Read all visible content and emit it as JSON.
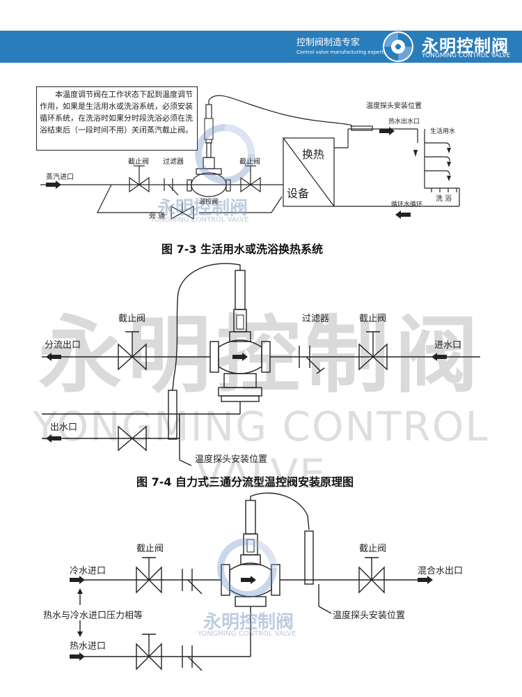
{
  "header": {
    "slogan_cn": "控制阀制造专家",
    "slogan_en": "Control valve manufacturing experts",
    "brand_cn": "永明控制阀",
    "brand_en": "YONGMING CONTROL VALVE",
    "logo_icon": "swirl-logo-icon"
  },
  "colors": {
    "header_bar": "#2a7dbb",
    "line": "#222222",
    "watermark": "#bdbdbd"
  },
  "fig1": {
    "caption": "图 7-3  生活用水或洗浴换热系统",
    "note": "本温度调节阀在工作状态下起到温度调节作用，如果是生活用水或洗浴系统，必须安装循环系统，在洗浴时如果分时段洗浴必须在洗浴结束后（一段时间不用）关闭蒸汽截止阀。",
    "sensor_position": "温度探头安装位置",
    "hot_water_outlet": "热水出水口",
    "domestic_water": "生活用水",
    "bath": "洗  浴",
    "circulation": "循环水循环",
    "steam_inlet": "蒸汽进口",
    "stop_valve_left": "截止阀",
    "filter": "过滤器",
    "stop_valve_right": "截止阀",
    "temp_valve": "温控阀",
    "bypass": "旁  通",
    "exchanger_top": "换热",
    "exchanger_bottom": "设备"
  },
  "fig2": {
    "caption": "图 7-4   自力式三通分流型温控阀安装原理图",
    "split_outlet": "分流出口",
    "stop_valve_left": "截止阀",
    "filter": "过滤器",
    "stop_valve_right": "截止阀",
    "inlet": "进水口",
    "outlet": "出水口",
    "sensor_position": "温度探头安装位置"
  },
  "fig3": {
    "cold_inlet": "冷水进口",
    "stop_valve_left": "截止阀",
    "stop_valve_right": "截止阀",
    "mixed_outlet": "混合水出口",
    "pressure_note": "热水与冷水进口压力相等",
    "hot_inlet": "热水进口",
    "sensor_position": "温度探头安装位置"
  },
  "watermark": {
    "cn": "永明控制阀",
    "en": "YONGMING CONTROL VALVE"
  }
}
